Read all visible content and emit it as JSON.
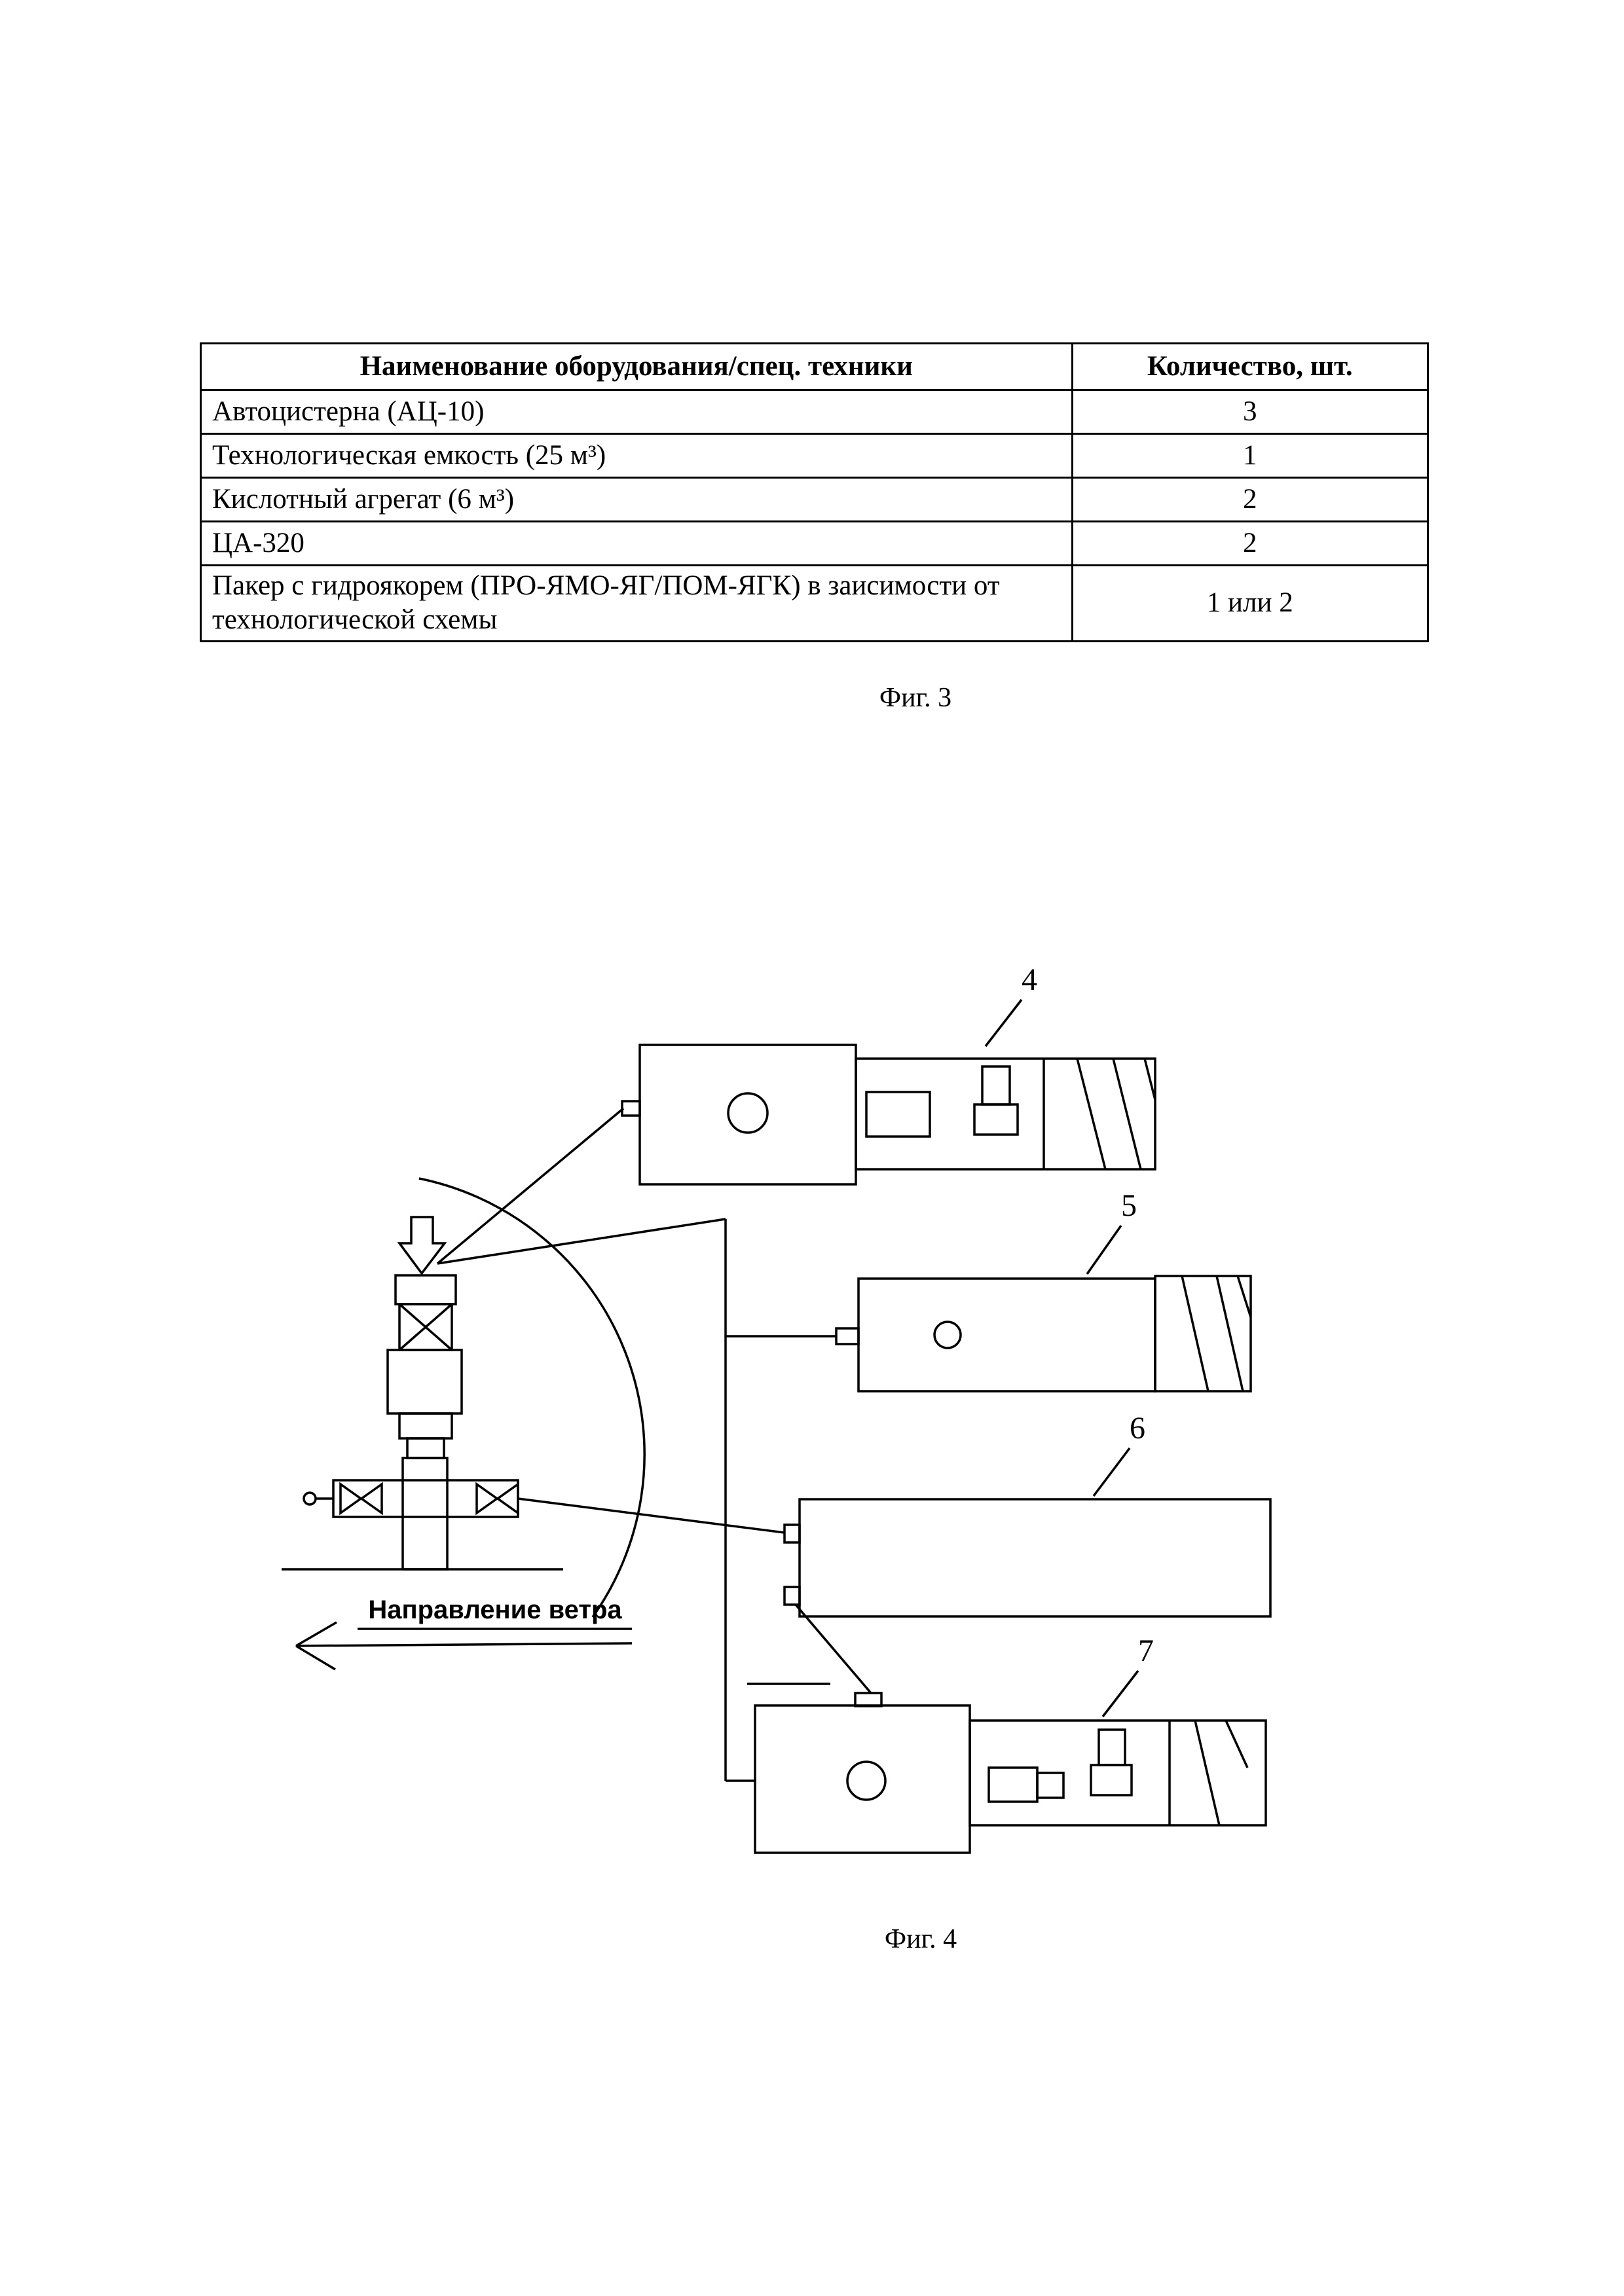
{
  "ink_color": "#000000",
  "table": {
    "headers": [
      "Наименование оборудования/спец. техники",
      "Количество, шт."
    ],
    "rows": [
      {
        "name": "Автоцистерна (АЦ-10)",
        "qty": "3"
      },
      {
        "name": "Технологическая емкость (25 м³)",
        "qty": "1"
      },
      {
        "name": "Кислотный агрегат (6 м³)",
        "qty": "2"
      },
      {
        "name": "ЦА-320",
        "qty": "2"
      },
      {
        "name": "Пакер с гидроякорем (ПРО-ЯМО-ЯГ/ПОМ-ЯГК) в заисимости от технологической схемы",
        "qty": "1 или 2"
      }
    ]
  },
  "captions": {
    "fig3": "Фиг. 3",
    "fig4": "Фиг. 4"
  },
  "diagram": {
    "labels": {
      "truck4": "4",
      "truck5": "5",
      "tank6": "6",
      "truck7": "7"
    },
    "wind_label": "Направление ветра"
  }
}
